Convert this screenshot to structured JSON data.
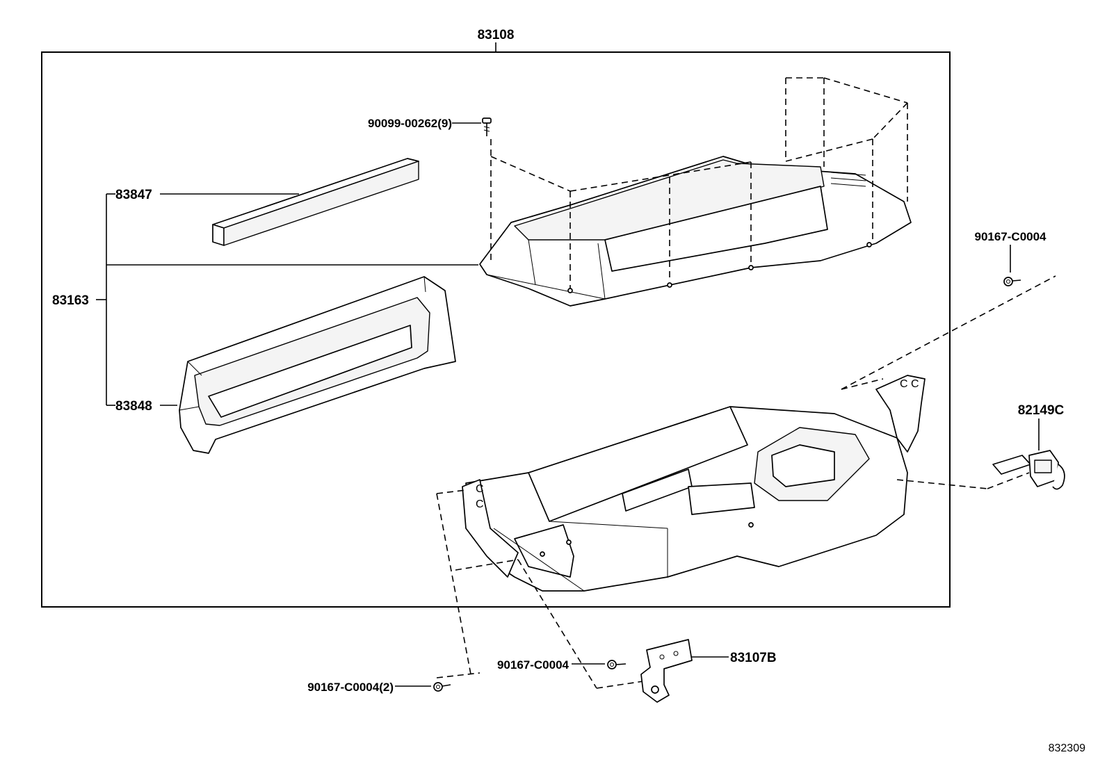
{
  "callouts": {
    "assembly": "83108",
    "screw_top": "90099-00262(9)",
    "pad_upper": "83847",
    "pad_set": "83163",
    "pad_lower": "83848",
    "screw_right": "90167-C0004",
    "connector": "82149C",
    "screw_bottom_mid": "90167-C0004",
    "bracket": "83107B",
    "screw_bottom_left": "90167-C0004(2)"
  },
  "figure_code": "832309"
}
